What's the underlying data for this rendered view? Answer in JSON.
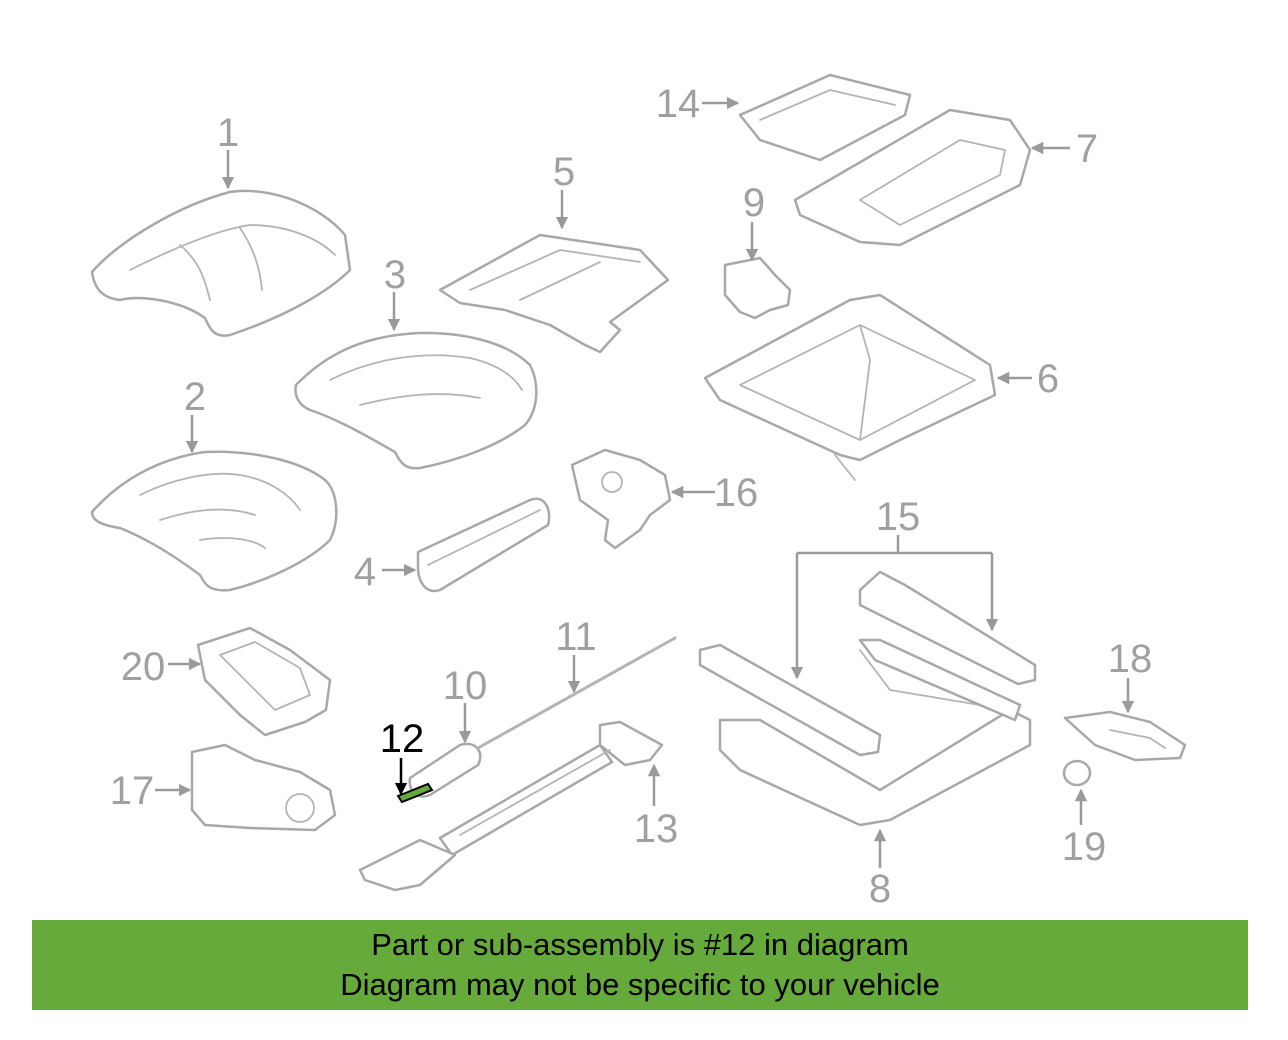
{
  "diagram": {
    "highlight_color": "#66aa3c",
    "highlighted_part": "12",
    "labels": [
      "1",
      "2",
      "3",
      "4",
      "5",
      "6",
      "7",
      "8",
      "9",
      "10",
      "11",
      "12",
      "13",
      "14",
      "15",
      "16",
      "17",
      "18",
      "19",
      "20"
    ]
  },
  "banner": {
    "line1": "Part or sub-assembly is #12 in diagram",
    "line2": "Diagram may not be specific to your vehicle",
    "color": "#66aa3c"
  }
}
